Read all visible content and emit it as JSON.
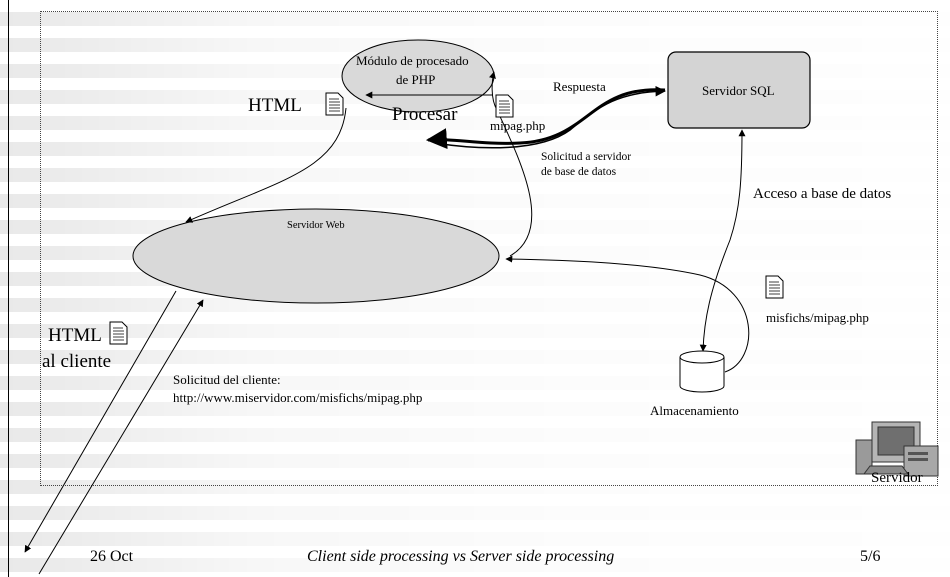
{
  "diagram": {
    "php_module": "Módulo de procesado de PHP",
    "php_module_line1": "Módulo de procesado",
    "php_module_line2": "de PHP",
    "procesar": "Procesar",
    "html_top": "HTML",
    "mipag": "mipag.php",
    "respuesta": "Respuesta",
    "servidor_sql": "Servidor SQL",
    "solicitud_db_line1": "Solicitud a servidor",
    "solicitud_db_line2": "de base de datos",
    "acceso_db": "Acceso a base de datos",
    "servidor_web": "Servidor Web",
    "misfichs": "misfichs/mipag.php",
    "html_cliente_line1": "HTML",
    "html_cliente_line2": "al cliente",
    "solicitud_cliente_line1": "Solicitud del cliente:",
    "solicitud_cliente_line2": "http://www.miservidor.com/misfichs/mipag.php",
    "almacenamiento": "Almacenamiento",
    "servidor": "Servidor"
  },
  "footer": {
    "date": "26 Oct",
    "title": "Client side processing vs Server side processing",
    "page": "5/6"
  },
  "colors": {
    "ellipse_fill": "#d9d9d9",
    "sql_box_fill": "#d4d4d4"
  },
  "icons": [
    "document-icon",
    "database-cylinder-icon",
    "computer-icon"
  ]
}
